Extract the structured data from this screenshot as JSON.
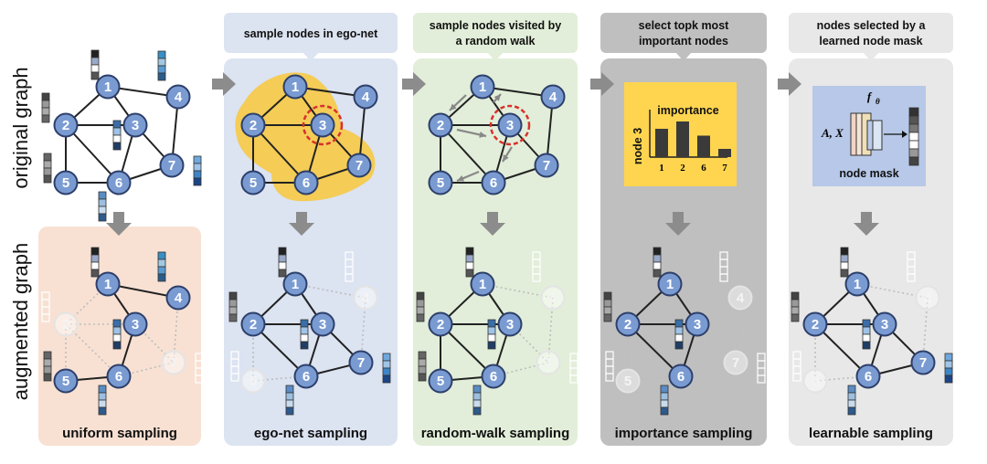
{
  "side_labels": {
    "top": "original graph",
    "bottom": "augmented graph"
  },
  "columns": [
    {
      "id": "uniform",
      "title": "uniform sampling",
      "callout": []
    },
    {
      "id": "ego",
      "title": "ego-net sampling",
      "callout": [
        "sample nodes in ego-net"
      ]
    },
    {
      "id": "walk",
      "title": "random-walk sampling",
      "callout": [
        "sample nodes visited by",
        "a random walk"
      ]
    },
    {
      "id": "importance",
      "title": "importance sampling",
      "callout": [
        "select topk most",
        "important nodes"
      ]
    },
    {
      "id": "learnable",
      "title": "learnable sampling",
      "callout": [
        "nodes selected by a",
        "learned node mask"
      ]
    }
  ],
  "node_labels": [
    "1",
    "2",
    "3",
    "4",
    "5",
    "6",
    "7"
  ],
  "importance_chart": {
    "type": "bar",
    "title": "importance",
    "ylabel": "node 3",
    "categories": [
      "1",
      "2",
      "6",
      "7"
    ],
    "values": [
      0.62,
      0.78,
      0.47,
      0.18
    ]
  },
  "mask_panel": {
    "formula": "f",
    "subscript": "θ",
    "input": "A, X",
    "caption": "node mask"
  },
  "colors": {
    "node_fill": "#7a9bd2",
    "node_stroke": "#2d3f6a",
    "ego_highlight": "#f6c945",
    "dashed_circle": "#d9302c",
    "panel_uniform": "#f8e1d3",
    "panel_ego": "#dce3f1",
    "panel_walk": "#e2eed9",
    "panel_importance": "#bfbfbf",
    "panel_learnable": "#e8e8e8",
    "importance_box": "#ffd54f",
    "mask_box": "#b7c8e8",
    "arrow": "#8c8c8c"
  }
}
